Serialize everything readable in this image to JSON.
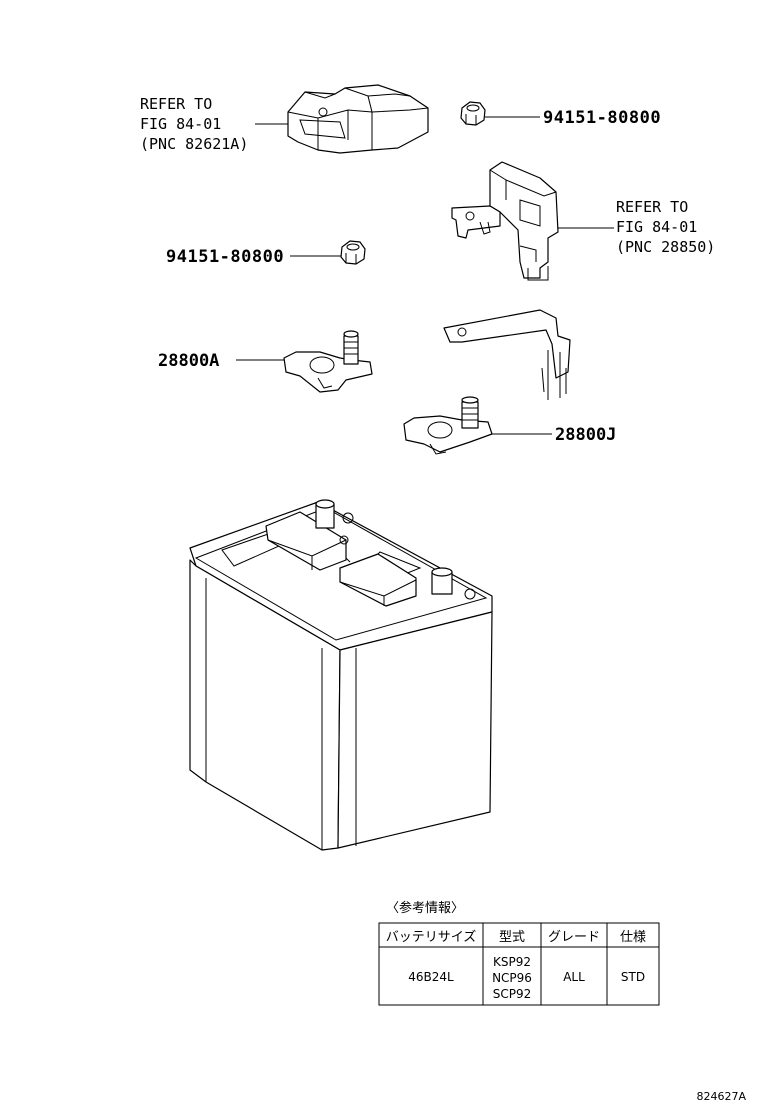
{
  "callouts": {
    "ecu_ref": {
      "line1": "REFER TO",
      "line2": "FIG  84-01",
      "line3": "(PNC 82621A)"
    },
    "nut_top": "94151-80800",
    "bracket_ref": {
      "line1": "REFER TO",
      "line2": "FIG  84-01",
      "line3": "(PNC 28850)"
    },
    "nut_left": "94151-80800",
    "clamp_a": "28800A",
    "clamp_j": "28800J"
  },
  "reference_table": {
    "caption": "〈参考情報〉",
    "headers": [
      "バッテリサイズ",
      "型式",
      "グレード",
      "仕様"
    ],
    "row": {
      "battery_size": "46B24L",
      "models": [
        "KSP92",
        "NCP96",
        "SCP92"
      ],
      "grade": "ALL",
      "spec": "STD"
    }
  },
  "figure_id": "824627A"
}
